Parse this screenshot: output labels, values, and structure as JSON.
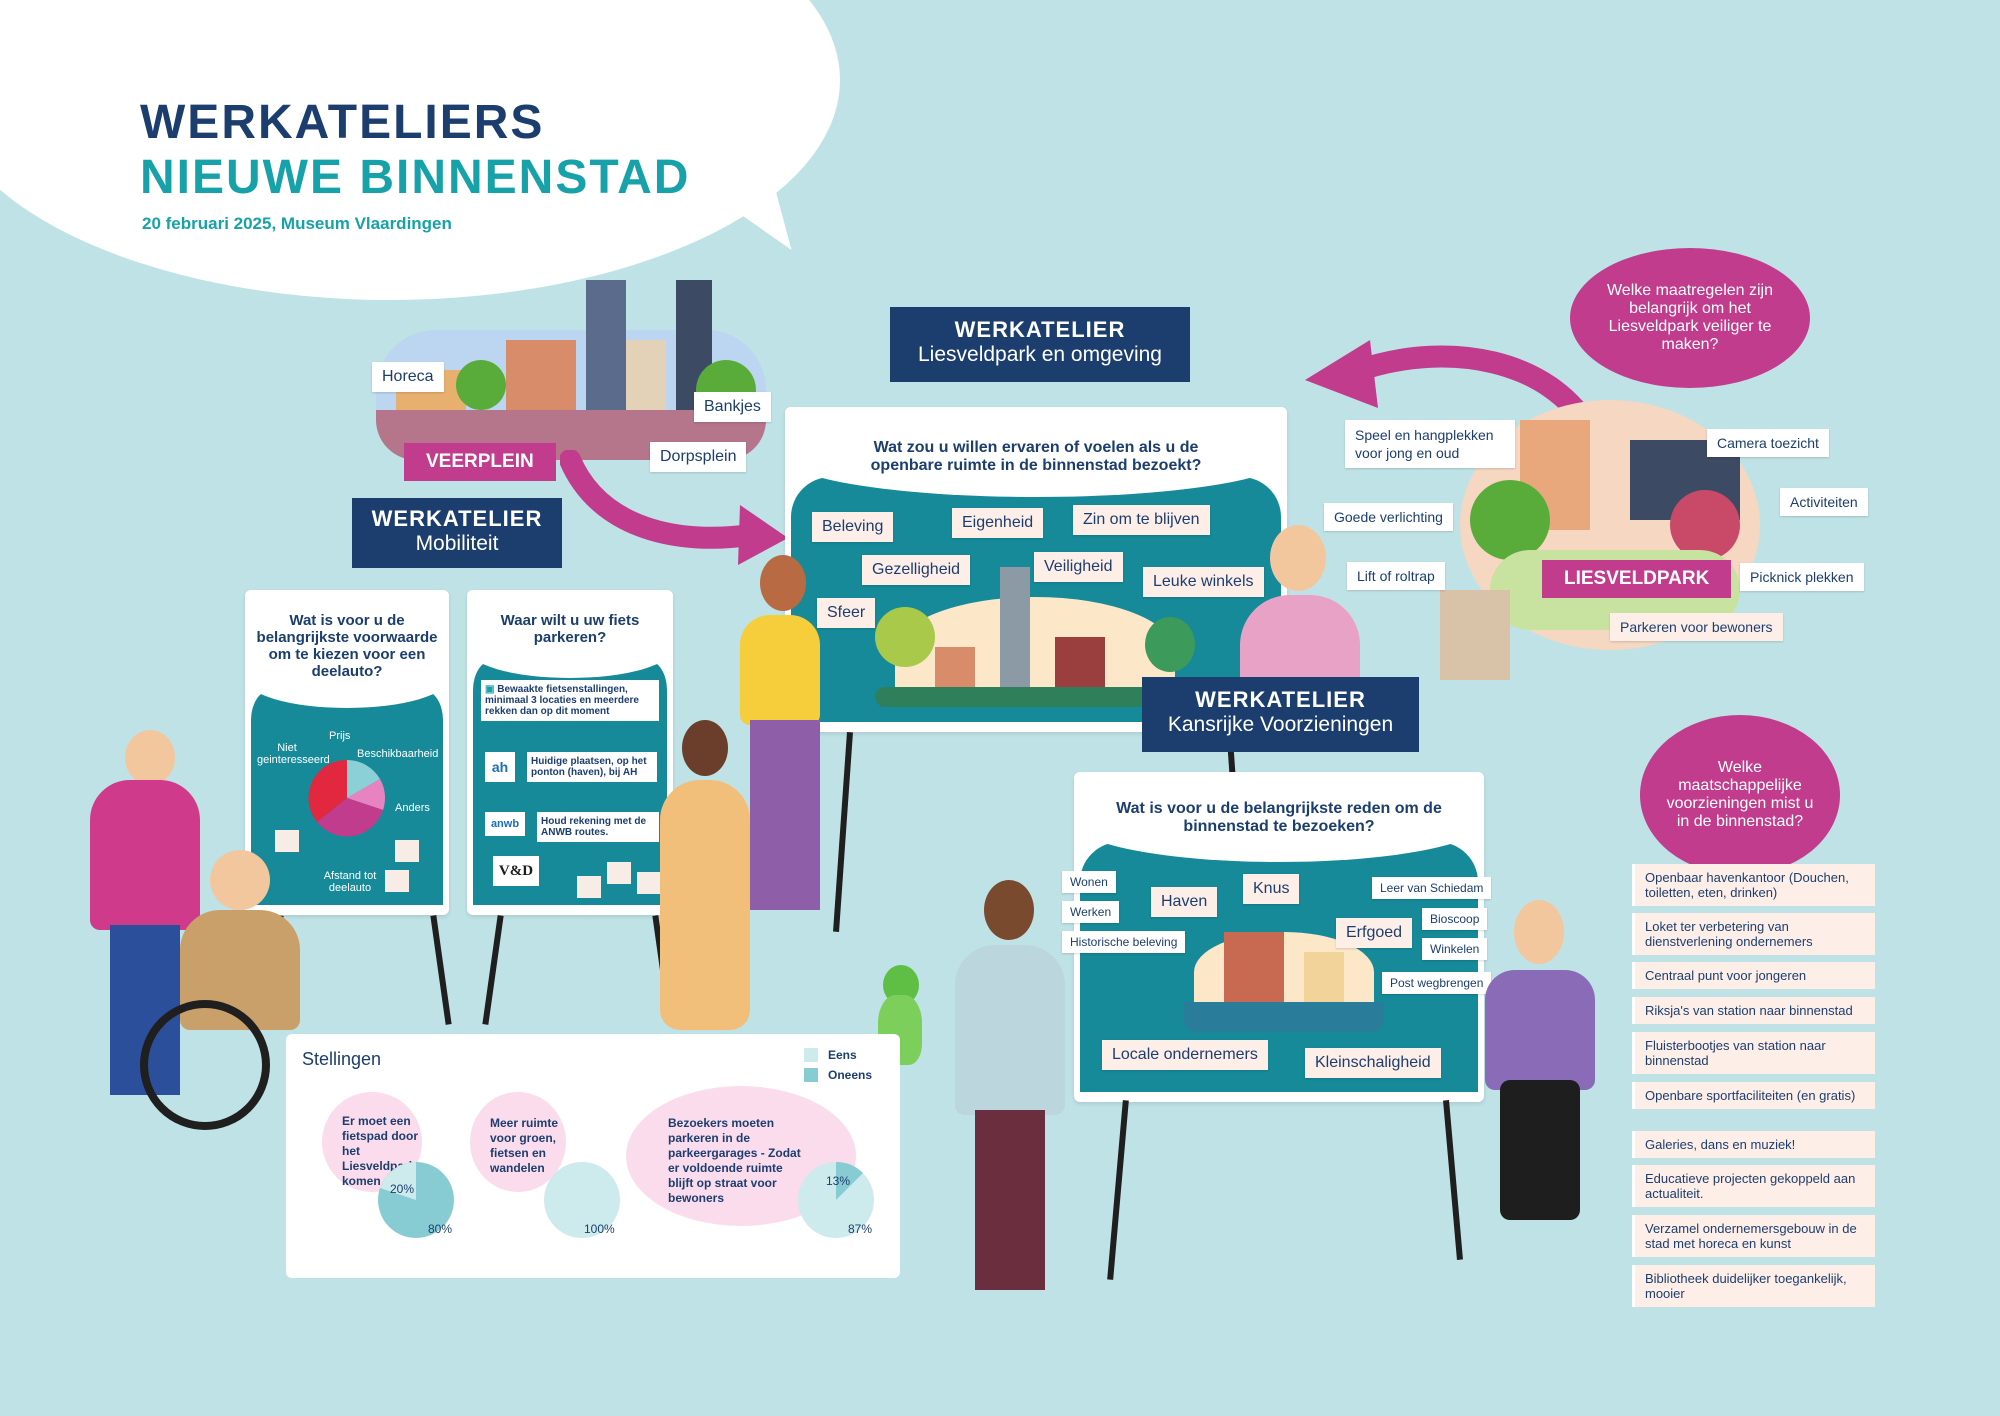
{
  "header": {
    "title_line1": "WERKATELIERS",
    "title_line2": "NIEUWE BINNENSTAD",
    "subtitle": "20 februari 2025, Museum Vlaardingen"
  },
  "veerplein": {
    "label": "VEERPLEIN",
    "tags": [
      "Horeca",
      "Bankjes",
      "Dorpsplein"
    ]
  },
  "mobiliteit": {
    "heading": "WERKATELIER",
    "subheading": "Mobiliteit",
    "board1": {
      "question": "Wat is voor u de belangrijkste voorwaarde om te kiezen voor een deelauto?",
      "slices": [
        "Prijs",
        "Beschikbaarheid",
        "Anders",
        "Afstand tot deelauto",
        "Niet geinteresseerd"
      ]
    },
    "board2": {
      "question": "Waar wilt u uw fiets parkeren?",
      "items": [
        "Bewaakte fietsenstallingen, minimaal 3 locaties en meerdere rekken dan op dit moment",
        "Huidige plaatsen, op het ponton (haven), bij AH",
        "Houd rekening met de ANWB routes."
      ],
      "logos": [
        "ah",
        "anwb",
        "V&D"
      ]
    }
  },
  "liesveldpark": {
    "heading": "WERKATELIER",
    "subheading": "Liesveldpark en omgeving",
    "question": "Wat zou u willen ervaren of voelen als u de openbare ruimte in de binnenstad bezoekt?",
    "tags": [
      "Beleving",
      "Eigenheid",
      "Zin om te blijven",
      "Gezelligheid",
      "Veiligheid",
      "Leuke winkels",
      "Sfeer"
    ]
  },
  "liesveld_right": {
    "bubble": "Welke maatregelen zijn belangrijk om het Liesveldpark veiliger te maken?",
    "label": "LIESVELDPARK",
    "tags": [
      "Speel en hangplekken voor jong en oud",
      "Camera toezicht",
      "Goede verlichting",
      "Activiteiten",
      "Lift of roltrap",
      "Picknick plekken",
      "Parkeren voor bewoners"
    ]
  },
  "kansrijke": {
    "heading": "WERKATELIER",
    "subheading": "Kansrijke Voorzieningen",
    "question": "Wat is voor u de belangrijkste reden om de binnenstad te bezoeken?",
    "tags": [
      "Wonen",
      "Werken",
      "Historische beleving",
      "Haven",
      "Knus",
      "Leer van Schiedam",
      "Bioscoop",
      "Erfgoed",
      "Winkelen",
      "Post wegbrengen",
      "Locale ondernemers",
      "Kleinschaligheid"
    ]
  },
  "voorzieningen": {
    "bubble": "Welke maatschappelijke voorzieningen mist u in de binnenstad?",
    "items": [
      "Openbaar havenkantoor (Douchen, toiletten, eten, drinken)",
      "Loket ter verbetering van dienstverlening ondernemers",
      "Centraal punt voor jongeren",
      "Riksja's van station naar binnenstad",
      "Fluisterbootjes van station naar binnenstad",
      "Openbare sportfaciliteiten (en gratis)",
      "Galeries, dans en muziek!",
      "Educatieve projecten gekoppeld aan actualiteit.",
      "Verzamel ondernemersgebouw in de stad met horeca en kunst",
      "Bibliotheek duidelijker toegankelijk, mooier"
    ]
  },
  "stellingen": {
    "title": "Stellingen",
    "legend": [
      {
        "label": "Eens",
        "color": "#cdeaec"
      },
      {
        "label": "Oneens",
        "color": "#88ccd3"
      }
    ],
    "statements": [
      {
        "text": "Er moet een fietspad door het Liesveldpark komen",
        "eens": 20,
        "oneens": 80,
        "eens_label": "20%",
        "oneens_label": "80%"
      },
      {
        "text": "Meer ruimte voor groen, fietsen en wandelen",
        "eens": 100,
        "oneens": 0,
        "eens_label": "100%",
        "oneens_label": ""
      },
      {
        "text": "Bezoekers moeten parkeren in de parkeergarages - Zodat er voldoende ruimte blijft op straat voor bewoners",
        "eens": 13,
        "oneens": 87,
        "eens_label": "13%",
        "oneens_label": "87%"
      }
    ]
  },
  "colors": {
    "navy": "#1c3e6e",
    "teal": "#17a2a9",
    "pink": "#c13c8c",
    "background": "#bfe2e6"
  }
}
